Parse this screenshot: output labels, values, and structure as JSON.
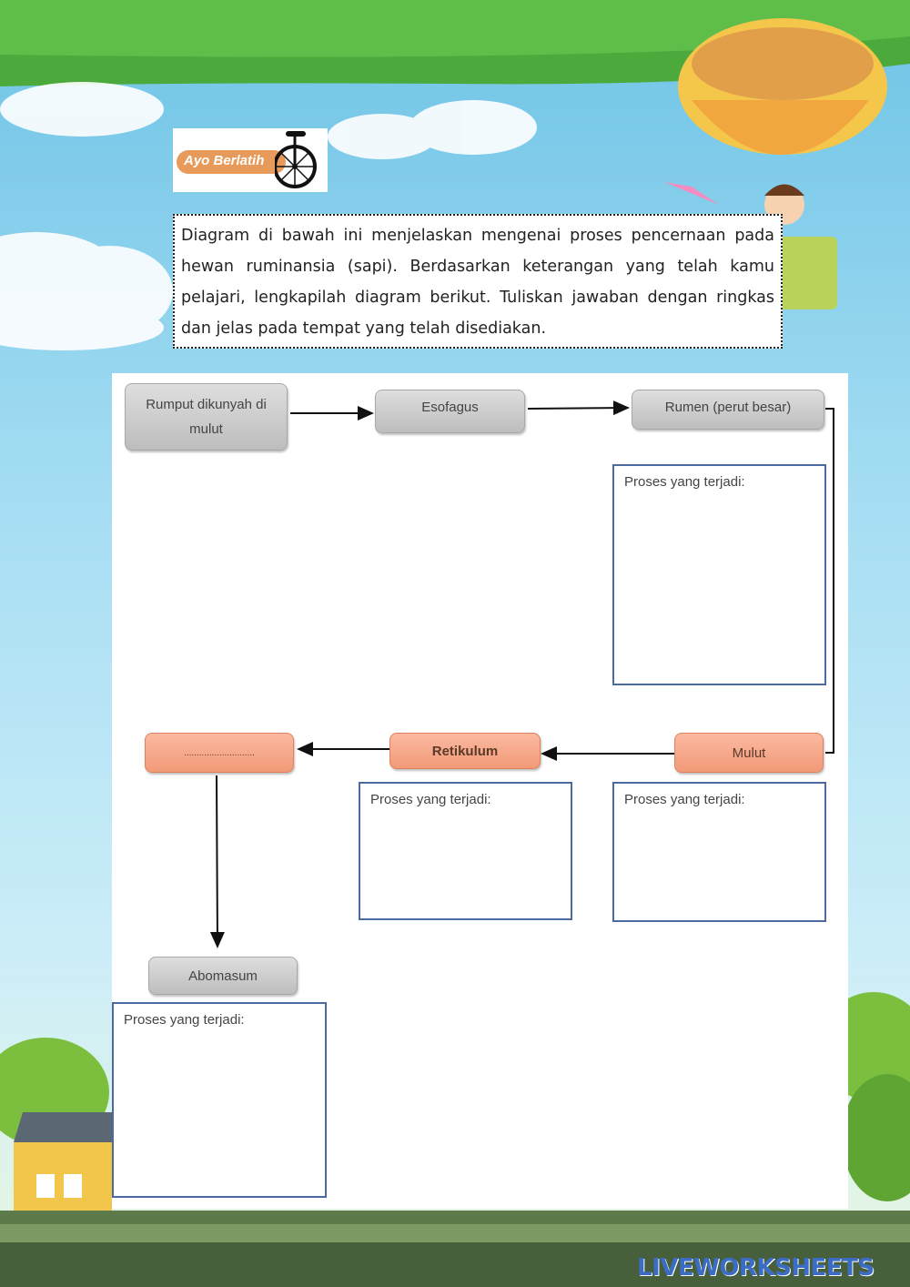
{
  "badge": {
    "label": "Ayo Berlatih",
    "icon": "unicycle-icon"
  },
  "intro": {
    "text": "Diagram di bawah ini menjelaskan mengenai proses pencernaan pada hewan ruminansia (sapi). Berdasarkan keterangan yang telah kamu pelajari, lengkapilah diagram berikut. Tuliskan jawaban dengan ringkas dan jelas pada tempat yang telah disediakan."
  },
  "diagram": {
    "nodes": {
      "mouth_chew": "Rumput dikunyah di mulut",
      "esofagus": "Esofagus",
      "rumen": "Rumen (perut besar)",
      "mulut": "Mulut",
      "retikulum": "Retikulum",
      "blank": "............................",
      "abomasum": "Abomasum"
    },
    "answer_label": "Proses yang terjadi:"
  },
  "watermark": {
    "text": "LIVEWORKSHEETS"
  },
  "colors": {
    "gray_node": "#c9c9c9",
    "orange_node": "#f5a584",
    "answer_border": "#4a6aa0"
  }
}
